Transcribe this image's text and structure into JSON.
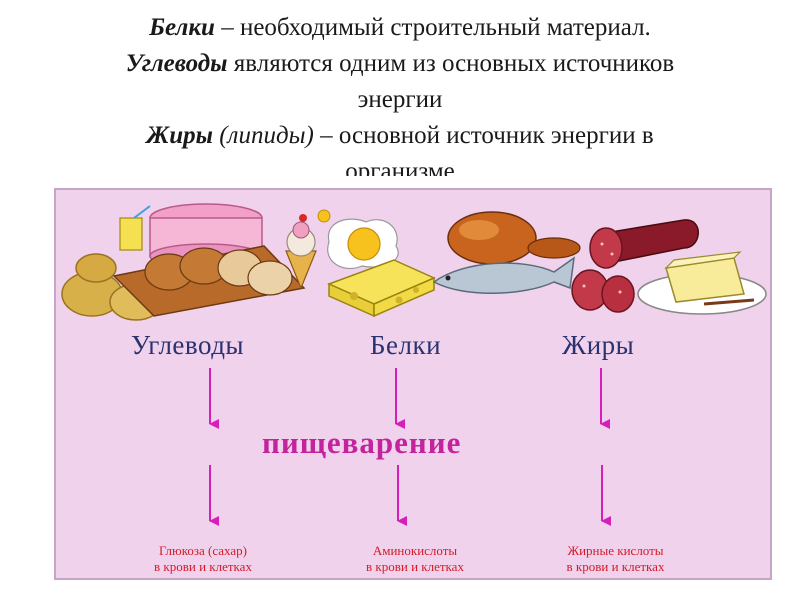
{
  "header": {
    "line1_bold": "Белки",
    "line1_rest": " – необходимый строительный материал.",
    "line2_bold": "Углеводы",
    "line2_rest": " являются одним из основных источников",
    "line3": "энергии",
    "line4_bold": "Жиры",
    "line4_italic": " (липиды)",
    "line4_rest": " – основной источник энергии в",
    "line5": "организме"
  },
  "diagram": {
    "labels": [
      "Углеводы",
      "Белки",
      "Жиры"
    ],
    "process": "пищеварение",
    "results": [
      {
        "line1": "Глюкоза (сахар)",
        "line2": "в крови и клетках"
      },
      {
        "line1": "Аминокислоты",
        "line2": "в крови и клетках"
      },
      {
        "line1": "Жирные кислоты",
        "line2": "в крови и клетках"
      }
    ]
  },
  "colors": {
    "panel_bg": "#f1d2ec",
    "label_text": "#2a3270",
    "process_text": "#c3239c",
    "arrow": "#d61fb8",
    "result_text": "#d31a2a"
  },
  "icons": [
    "potato-icon",
    "cake-icon",
    "bread-icon",
    "ice-cream-icon",
    "fried-egg-icon",
    "cheese-icon",
    "roast-chicken-icon",
    "fish-icon",
    "sausage-icon",
    "butter-icon"
  ]
}
